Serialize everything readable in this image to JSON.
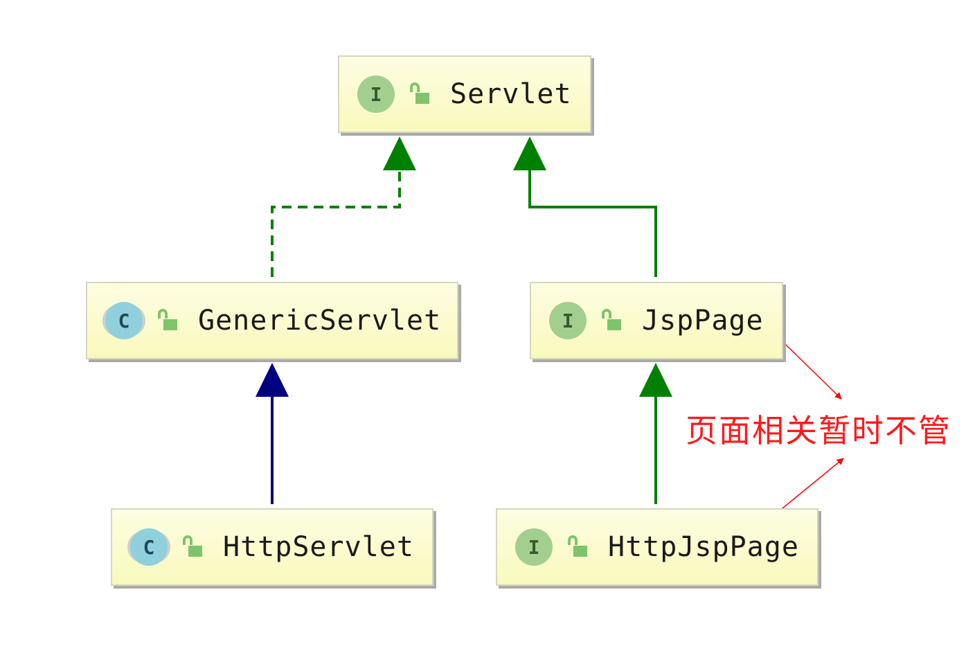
{
  "nodes": {
    "servlet": {
      "kind": "interface",
      "badge": "I",
      "label": "Servlet"
    },
    "generic_servlet": {
      "kind": "class",
      "badge": "C",
      "label": "GenericServlet"
    },
    "jsp_page": {
      "kind": "interface",
      "badge": "I",
      "label": "JspPage"
    },
    "http_servlet": {
      "kind": "class",
      "badge": "C",
      "label": "HttpServlet"
    },
    "http_jsp_page": {
      "kind": "interface",
      "badge": "I",
      "label": "HttpJspPage"
    }
  },
  "edges": [
    {
      "from": "generic_servlet",
      "to": "servlet",
      "type": "implements",
      "style": "dashed",
      "color": "#008000"
    },
    {
      "from": "jsp_page",
      "to": "servlet",
      "type": "extends",
      "style": "solid",
      "color": "#008000"
    },
    {
      "from": "http_servlet",
      "to": "generic_servlet",
      "type": "extends",
      "style": "solid",
      "color": "#000080"
    },
    {
      "from": "http_jsp_page",
      "to": "jsp_page",
      "type": "extends",
      "style": "solid",
      "color": "#008000"
    }
  ],
  "annotation": {
    "text": "页面相关暂时不管",
    "color": "#ff1a1a",
    "points_to": [
      "jsp_page",
      "http_jsp_page"
    ]
  },
  "colors": {
    "node_fill": "#fbfbcf",
    "interface_badge": "#a3cf8e",
    "class_badge": "#8fd0dc",
    "lock_icon": "#7fc46a"
  }
}
